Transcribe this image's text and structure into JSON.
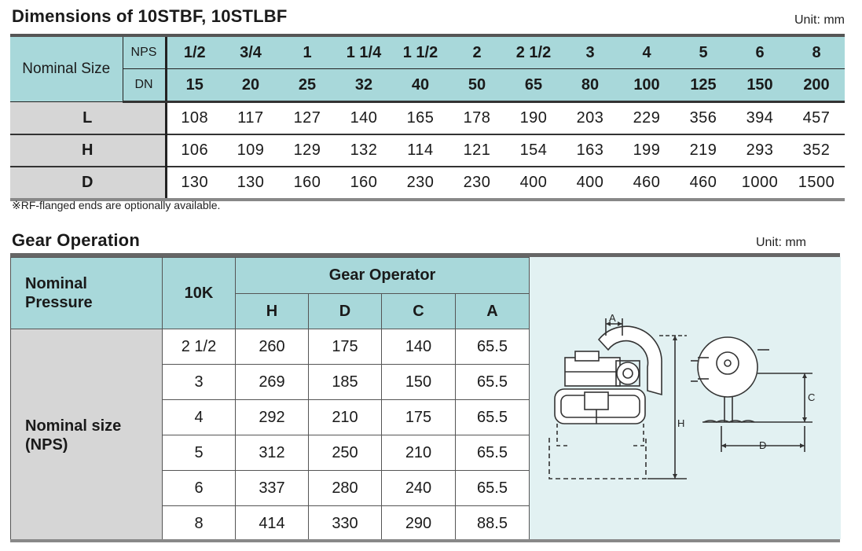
{
  "dimensions": {
    "title": "Dimensions of 10STBF, 10STLBF",
    "unit": "Unit: mm",
    "nominal_size_label": "Nominal Size",
    "nps_label": "NPS",
    "dn_label": "DN",
    "nps": [
      "1/2",
      "3/4",
      "1",
      "1 1/4",
      "1 1/2",
      "2",
      "2 1/2",
      "3",
      "4",
      "5",
      "6",
      "8"
    ],
    "dn": [
      "15",
      "20",
      "25",
      "32",
      "40",
      "50",
      "65",
      "80",
      "100",
      "125",
      "150",
      "200"
    ],
    "rows": [
      {
        "label": "L",
        "values": [
          "108",
          "117",
          "127",
          "140",
          "165",
          "178",
          "190",
          "203",
          "229",
          "356",
          "394",
          "457"
        ]
      },
      {
        "label": "H",
        "values": [
          "106",
          "109",
          "129",
          "132",
          "114",
          "121",
          "154",
          "163",
          "199",
          "219",
          "293",
          "352"
        ]
      },
      {
        "label": "D",
        "values": [
          "130",
          "130",
          "160",
          "160",
          "230",
          "230",
          "400",
          "400",
          "460",
          "460",
          "1000",
          "1500"
        ]
      }
    ],
    "note": "※RF-flanged ends are optionally available."
  },
  "gear": {
    "title": "Gear Operation",
    "unit": "Unit: mm",
    "nominal_pressure_label": "Nominal Pressure",
    "pressure_value": "10K",
    "gear_operator_label": "Gear Operator",
    "columns": [
      "H",
      "D",
      "C",
      "A"
    ],
    "row_group_label": "Nominal size (NPS)",
    "rows": [
      {
        "nps": "2 1/2",
        "values": [
          "260",
          "175",
          "140",
          "65.5"
        ]
      },
      {
        "nps": "3",
        "values": [
          "269",
          "185",
          "150",
          "65.5"
        ]
      },
      {
        "nps": "4",
        "values": [
          "292",
          "210",
          "175",
          "65.5"
        ]
      },
      {
        "nps": "5",
        "values": [
          "312",
          "250",
          "210",
          "65.5"
        ]
      },
      {
        "nps": "6",
        "values": [
          "337",
          "280",
          "240",
          "65.5"
        ]
      },
      {
        "nps": "8",
        "values": [
          "414",
          "330",
          "290",
          "88.5"
        ]
      }
    ],
    "diagram_labels": {
      "a": "A",
      "h": "H",
      "c": "C",
      "d": "D"
    }
  }
}
